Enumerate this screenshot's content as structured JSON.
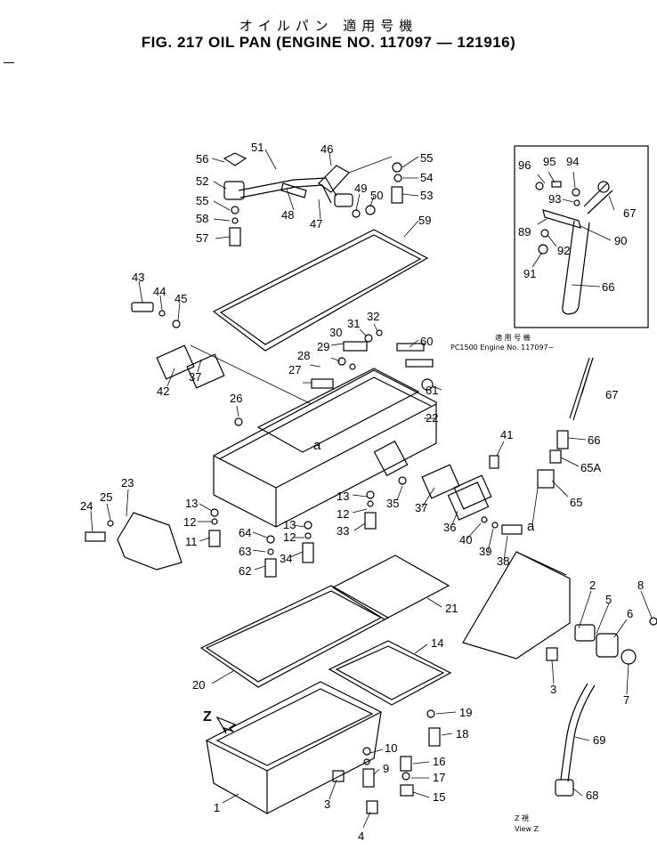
{
  "header": {
    "title_jp": "オイルパン 適用号機",
    "title_en": "FIG. 217  OIL PAN (ENGINE NO. 117097 — 121916)"
  },
  "inset": {
    "applicability_jp": "適 用 号 機",
    "applicability_en": "PC1500 Engine No. 117097~"
  },
  "view": {
    "marker": "Z",
    "label_jp": "Z 視",
    "label_en": "View Z"
  },
  "letter_marks": {
    "a1": "a",
    "a2": "a"
  },
  "callouts": [
    {
      "id": "c51",
      "text": "51"
    },
    {
      "id": "c46",
      "text": "46"
    },
    {
      "id": "c56",
      "text": "56"
    },
    {
      "id": "c52",
      "text": "52"
    },
    {
      "id": "c55a",
      "text": "55"
    },
    {
      "id": "c58",
      "text": "58"
    },
    {
      "id": "c57",
      "text": "57"
    },
    {
      "id": "c48",
      "text": "48"
    },
    {
      "id": "c47",
      "text": "47"
    },
    {
      "id": "c49",
      "text": "49"
    },
    {
      "id": "c50",
      "text": "50"
    },
    {
      "id": "c55b",
      "text": "55"
    },
    {
      "id": "c54",
      "text": "54"
    },
    {
      "id": "c53",
      "text": "53"
    },
    {
      "id": "c59",
      "text": "59"
    },
    {
      "id": "c96",
      "text": "96"
    },
    {
      "id": "c95",
      "text": "95"
    },
    {
      "id": "c94",
      "text": "94"
    },
    {
      "id": "c93",
      "text": "93"
    },
    {
      "id": "c67a",
      "text": "67"
    },
    {
      "id": "c89",
      "text": "89"
    },
    {
      "id": "c90",
      "text": "90"
    },
    {
      "id": "c92",
      "text": "92"
    },
    {
      "id": "c91",
      "text": "91"
    },
    {
      "id": "c66a",
      "text": "66"
    },
    {
      "id": "c43",
      "text": "43"
    },
    {
      "id": "c44",
      "text": "44"
    },
    {
      "id": "c45",
      "text": "45"
    },
    {
      "id": "c42",
      "text": "42"
    },
    {
      "id": "c37a",
      "text": "37"
    },
    {
      "id": "c30",
      "text": "30"
    },
    {
      "id": "c31",
      "text": "31"
    },
    {
      "id": "c32",
      "text": "32"
    },
    {
      "id": "c29",
      "text": "29"
    },
    {
      "id": "c28",
      "text": "28"
    },
    {
      "id": "c27",
      "text": "27"
    },
    {
      "id": "c60",
      "text": "60"
    },
    {
      "id": "c61",
      "text": "61"
    },
    {
      "id": "c26",
      "text": "26"
    },
    {
      "id": "c22",
      "text": "22"
    },
    {
      "id": "c67b",
      "text": "67"
    },
    {
      "id": "c66b",
      "text": "66"
    },
    {
      "id": "c65a",
      "text": "65A"
    },
    {
      "id": "c65",
      "text": "65"
    },
    {
      "id": "c41",
      "text": "41"
    },
    {
      "id": "c23",
      "text": "23"
    },
    {
      "id": "c25",
      "text": "25"
    },
    {
      "id": "c24",
      "text": "24"
    },
    {
      "id": "c13a",
      "text": "13"
    },
    {
      "id": "c12a",
      "text": "12"
    },
    {
      "id": "c11",
      "text": "11"
    },
    {
      "id": "c64",
      "text": "64"
    },
    {
      "id": "c13b",
      "text": "13"
    },
    {
      "id": "c12b",
      "text": "12"
    },
    {
      "id": "c63",
      "text": "63"
    },
    {
      "id": "c34",
      "text": "34"
    },
    {
      "id": "c62",
      "text": "62"
    },
    {
      "id": "c13c",
      "text": "13"
    },
    {
      "id": "c12c",
      "text": "12"
    },
    {
      "id": "c33",
      "text": "33"
    },
    {
      "id": "c35",
      "text": "35"
    },
    {
      "id": "c37b",
      "text": "37"
    },
    {
      "id": "c36",
      "text": "36"
    },
    {
      "id": "c40",
      "text": "40"
    },
    {
      "id": "c39",
      "text": "39"
    },
    {
      "id": "c38",
      "text": "38"
    },
    {
      "id": "c21",
      "text": "21"
    },
    {
      "id": "c2",
      "text": "2"
    },
    {
      "id": "c5",
      "text": "5"
    },
    {
      "id": "c8",
      "text": "8"
    },
    {
      "id": "c6",
      "text": "6"
    },
    {
      "id": "c3a",
      "text": "3"
    },
    {
      "id": "c7",
      "text": "7"
    },
    {
      "id": "c20",
      "text": "20"
    },
    {
      "id": "c14",
      "text": "14"
    },
    {
      "id": "c19",
      "text": "19"
    },
    {
      "id": "c18",
      "text": "18"
    },
    {
      "id": "c69",
      "text": "69"
    },
    {
      "id": "c10",
      "text": "10"
    },
    {
      "id": "c9",
      "text": "9"
    },
    {
      "id": "c16",
      "text": "16"
    },
    {
      "id": "c17",
      "text": "17"
    },
    {
      "id": "c15",
      "text": "15"
    },
    {
      "id": "c68",
      "text": "68"
    },
    {
      "id": "c1",
      "text": "1"
    },
    {
      "id": "c3b",
      "text": "3"
    },
    {
      "id": "c4",
      "text": "4"
    }
  ]
}
